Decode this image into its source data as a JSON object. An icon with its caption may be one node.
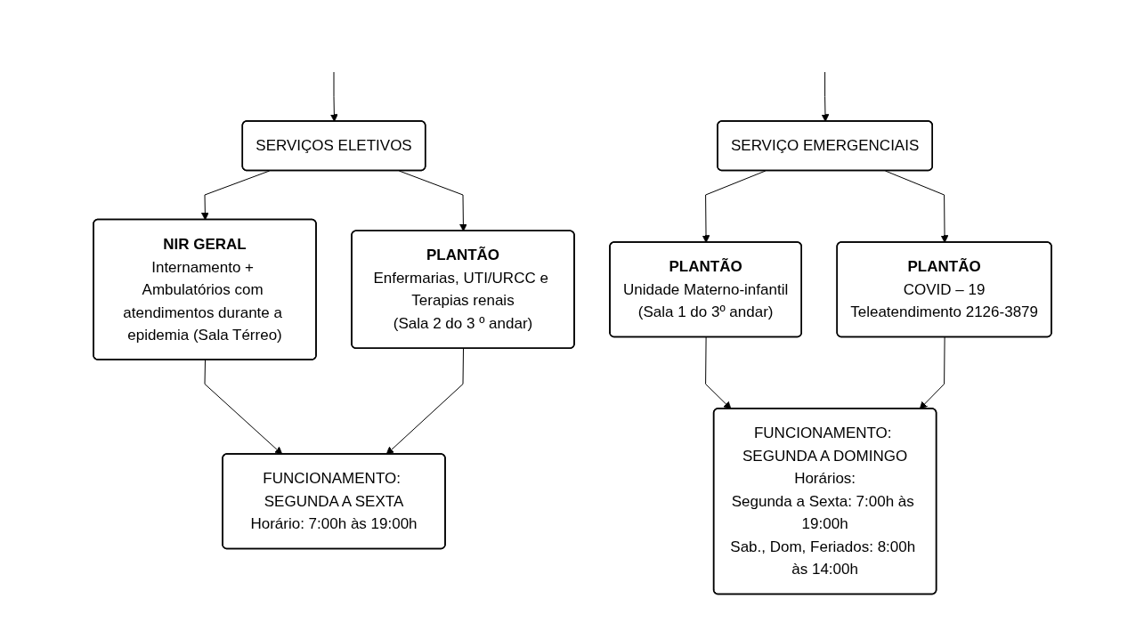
{
  "diagram": {
    "nodes": [
      {
        "text": [
          "SERVIÇOS ELETIVOS"
        ]
      },
      {
        "text": [
          "NIR GERAL",
          "Internamento + Ambulatórios com atendimentos durante a epidemia (Sala Térreo)"
        ]
      },
      {
        "text": [
          "PLANTÃO",
          "Enfermarias, UTI/URCC e Terapias renais",
          "(Sala 2 do 3 º andar)"
        ]
      },
      {
        "text": [
          "FUNCIONAMENTO: SEGUNDA A SEXTA",
          "Horário: 7:00h às 19:00h"
        ]
      },
      {
        "text": [
          "SERVIÇO EMERGENCIAIS"
        ]
      },
      {
        "text": [
          "PLANTÃO",
          "Unidade Materno-infantil",
          "(Sala 1 do 3º andar)"
        ]
      },
      {
        "text": [
          "PLANTÃO",
          "COVID – 19",
          "Teleatendimento 2126-3879"
        ]
      },
      {
        "text": [
          "FUNCIONAMENTO: SEGUNDA A DOMINGO",
          "Horários:",
          "Segunda a Sexta: 7:00h às 19:00h",
          "Sab., Dom, Feriados: 8:00h às 14:00h"
        ]
      }
    ],
    "edges": [
      {
        "from": null,
        "to": 0,
        "arrow": "to"
      },
      {
        "from": null,
        "to": 4,
        "arrow": "to"
      },
      {
        "from": 0,
        "to": 1,
        "arrow": "to"
      },
      {
        "from": 0,
        "to": 2,
        "arrow": "to"
      },
      {
        "from": 1,
        "to": 3,
        "arrow": "to"
      },
      {
        "from": 2,
        "to": 3,
        "arrow": "to"
      },
      {
        "from": 4,
        "to": 5,
        "arrow": "to"
      },
      {
        "from": 4,
        "to": 6,
        "arrow": "to"
      },
      {
        "from": 5,
        "to": 7,
        "arrow": "to"
      },
      {
        "from": 6,
        "to": 7,
        "arrow": "to"
      }
    ]
  }
}
